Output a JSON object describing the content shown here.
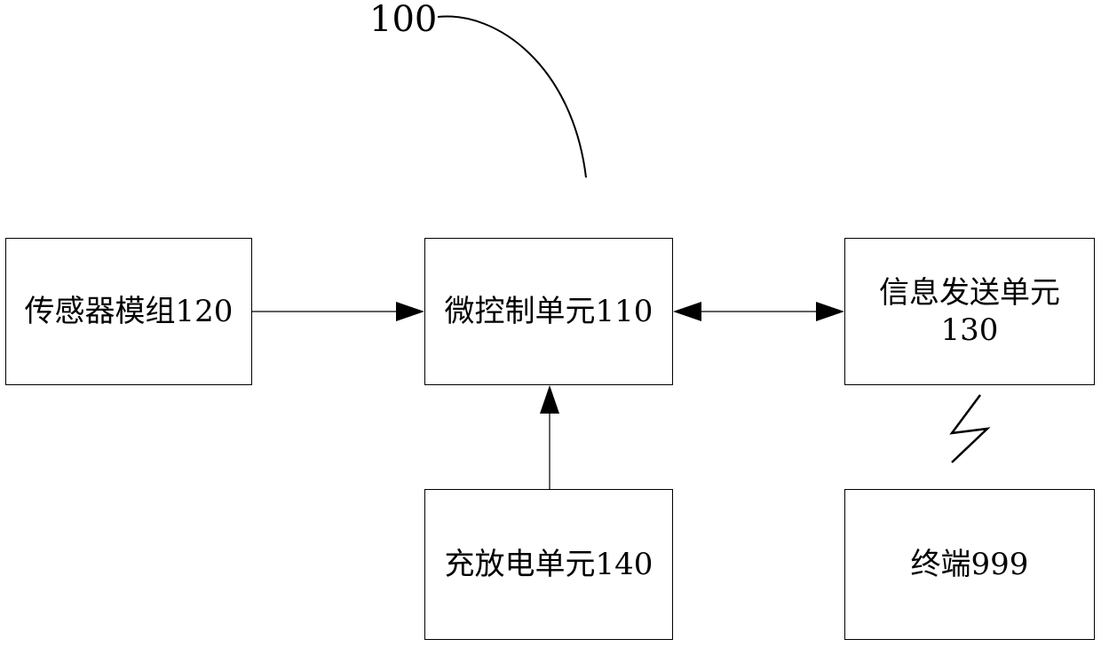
{
  "reference_label": "100",
  "blocks": {
    "sensor": "传感器模组120",
    "mcu": "微控制单元110",
    "info_line1": "信息发送单元",
    "info_line2": "130",
    "charge": "充放电单元140",
    "terminal": "终端999"
  },
  "connections": [
    {
      "from": "sensor",
      "to": "mcu",
      "direction": "one-way"
    },
    {
      "from": "mcu",
      "to": "info",
      "direction": "two-way"
    },
    {
      "from": "charge",
      "to": "mcu",
      "direction": "one-way"
    },
    {
      "from": "info",
      "to": "terminal",
      "type": "wireless"
    }
  ]
}
